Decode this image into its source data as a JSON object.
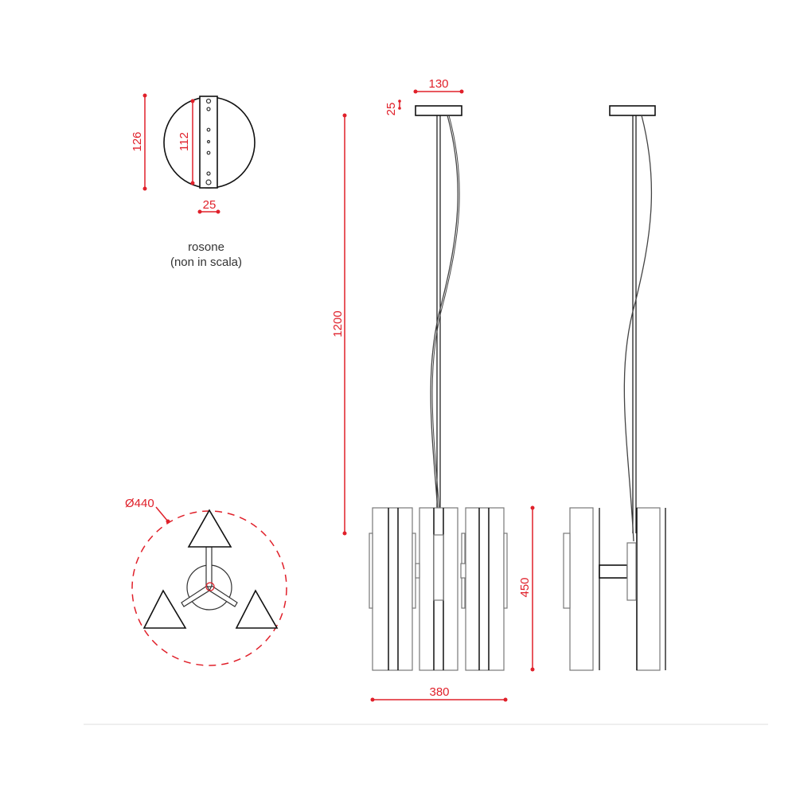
{
  "rosette": {
    "diameter": "126",
    "plate_length": "112",
    "plate_width": "25",
    "label": "rosone",
    "note": "(non in scala)"
  },
  "front_view": {
    "canopy_width": "130",
    "canopy_height": "25",
    "suspension_length": "1200",
    "body_height": "450",
    "body_width": "380"
  },
  "plan_view": {
    "diameter": "Ø440"
  },
  "colors": {
    "dimension": "#e0202a",
    "line": "#111111"
  }
}
